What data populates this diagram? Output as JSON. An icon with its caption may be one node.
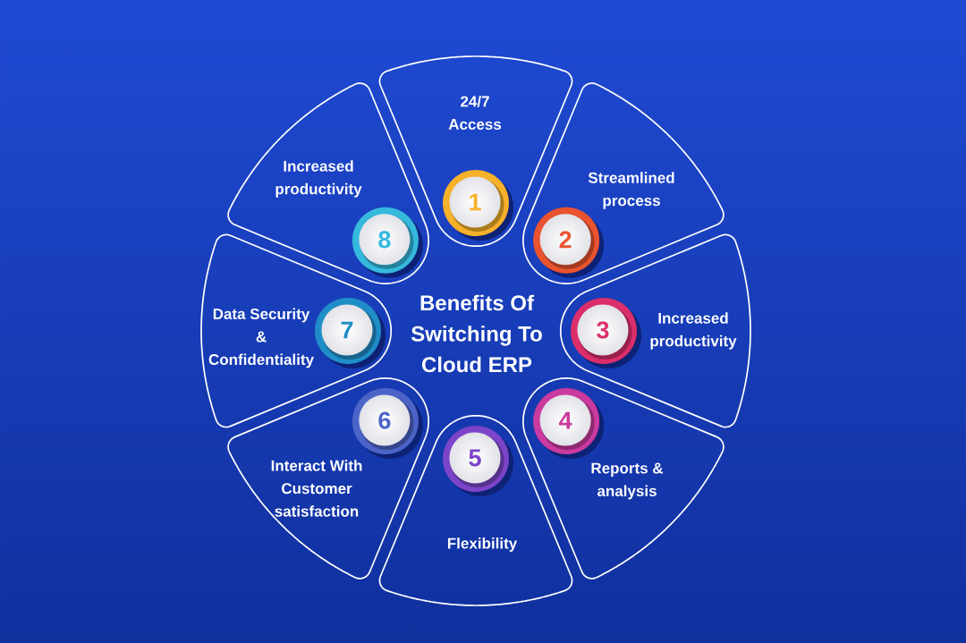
{
  "diagram": {
    "title": "Benefits Of Switching To Cloud ERP",
    "nodes": [
      {
        "text": [
          "24/7 Access"
        ]
      },
      {
        "text": [
          "1"
        ],
        "in": 0
      },
      {
        "text": [
          "Streamlined process"
        ]
      },
      {
        "text": [
          "2"
        ],
        "in": 2
      },
      {
        "text": [
          "Increased productivity"
        ]
      },
      {
        "text": [
          "3"
        ],
        "in": 4
      },
      {
        "text": [
          "Reports & analysis"
        ]
      },
      {
        "text": [
          "4"
        ],
        "in": 6
      },
      {
        "text": [
          "Flexibility"
        ]
      },
      {
        "text": [
          "5"
        ],
        "in": 8
      },
      {
        "text": [
          "Interact With Customer satisfaction"
        ]
      },
      {
        "text": [
          "6"
        ],
        "in": 10
      },
      {
        "text": [
          "Data Security & Confidentiality"
        ]
      },
      {
        "text": [
          "7"
        ],
        "in": 12
      },
      {
        "text": [
          "Increased productivity"
        ]
      },
      {
        "text": [
          "8"
        ],
        "in": 14
      }
    ]
  }
}
